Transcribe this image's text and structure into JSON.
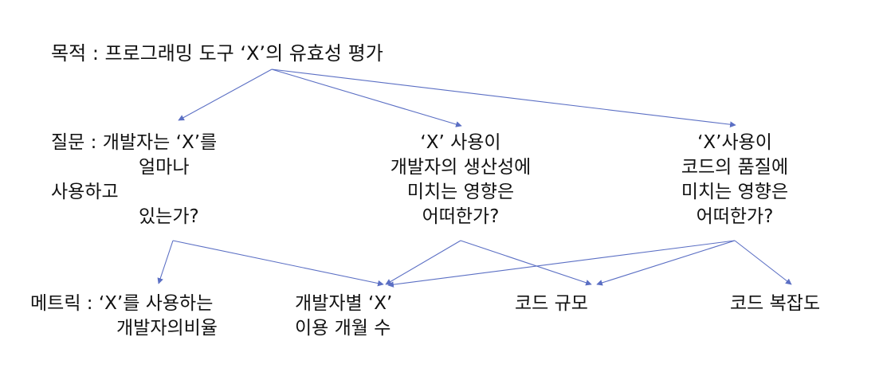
{
  "goal": {
    "label": "목적",
    "separator": ":",
    "text": "프로그래밍 도구 ‘X’의 유효성 평가"
  },
  "questions": {
    "label": "질문",
    "separator": ":",
    "items": [
      {
        "lines": [
          "개발자는 ‘X’를",
          "얼마나",
          "사용하고",
          "있는가?"
        ]
      },
      {
        "lines": [
          "‘X’ 사용이",
          "개발자의 생산성에",
          "미치는 영향은",
          "어떠한가?"
        ]
      },
      {
        "lines": [
          "‘X’사용이",
          "코드의 품질에",
          "미치는 영향은",
          "어떠한가?"
        ]
      }
    ]
  },
  "metrics": {
    "label": "메트릭",
    "separator": ":",
    "items": [
      {
        "lines": [
          "‘X’를 사용하는",
          "개발자의비율"
        ]
      },
      {
        "lines": [
          "개발자별 ‘X’",
          "이용 개월 수"
        ]
      },
      {
        "lines": [
          "코드 규모"
        ]
      },
      {
        "lines": [
          "코드 복잡도"
        ]
      }
    ]
  },
  "edges": [
    {
      "from": "goal",
      "to": "question-1"
    },
    {
      "from": "goal",
      "to": "question-2"
    },
    {
      "from": "goal",
      "to": "question-3"
    },
    {
      "from": "question-1",
      "to": "metric-1"
    },
    {
      "from": "question-1",
      "to": "metric-2"
    },
    {
      "from": "question-2",
      "to": "metric-2"
    },
    {
      "from": "question-2",
      "to": "metric-3"
    },
    {
      "from": "question-3",
      "to": "metric-2"
    },
    {
      "from": "question-3",
      "to": "metric-3"
    },
    {
      "from": "question-3",
      "to": "metric-4"
    }
  ],
  "colors": {
    "arrow": "#5b6fc4",
    "text": "#111111"
  }
}
